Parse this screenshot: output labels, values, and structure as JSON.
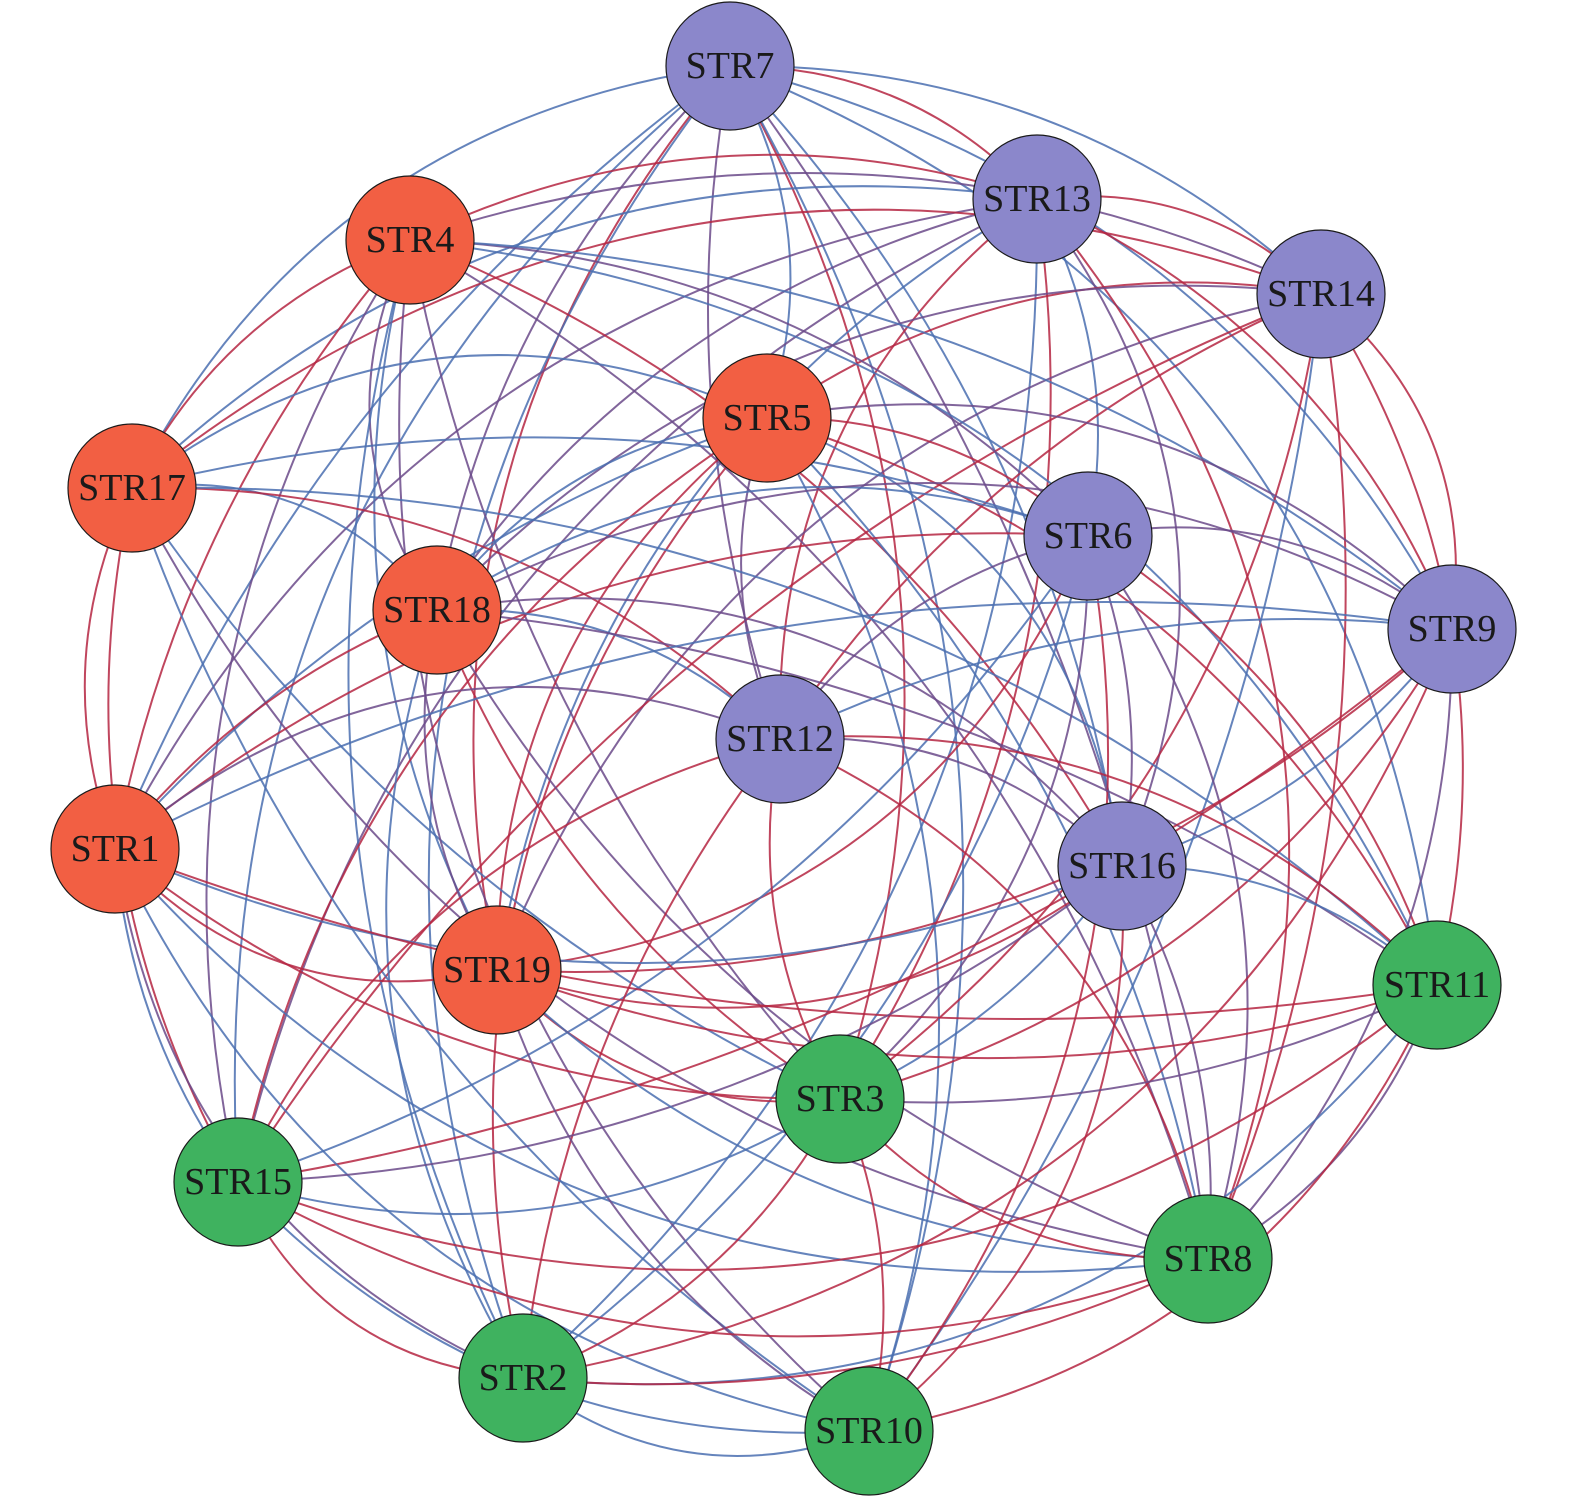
{
  "diagram": {
    "type": "network",
    "groups": [
      {
        "id": "red",
        "color": "#f25f43"
      },
      {
        "id": "purple",
        "color": "#8b87cb"
      },
      {
        "id": "green",
        "color": "#3fb25f"
      }
    ],
    "edge_colors": [
      "#b52642",
      "#4a6fb0",
      "#6b4a8a"
    ],
    "nodes": [
      {
        "id": "STR7",
        "label": "STR7",
        "group": "purple"
      },
      {
        "id": "STR13",
        "label": "STR13",
        "group": "purple"
      },
      {
        "id": "STR14",
        "label": "STR14",
        "group": "purple"
      },
      {
        "id": "STR4",
        "label": "STR4",
        "group": "red"
      },
      {
        "id": "STR5",
        "label": "STR5",
        "group": "red"
      },
      {
        "id": "STR17",
        "label": "STR17",
        "group": "red"
      },
      {
        "id": "STR6",
        "label": "STR6",
        "group": "purple"
      },
      {
        "id": "STR18",
        "label": "STR18",
        "group": "red"
      },
      {
        "id": "STR9",
        "label": "STR9",
        "group": "purple"
      },
      {
        "id": "STR12",
        "label": "STR12",
        "group": "purple"
      },
      {
        "id": "STR1",
        "label": "STR1",
        "group": "red"
      },
      {
        "id": "STR16",
        "label": "STR16",
        "group": "purple"
      },
      {
        "id": "STR19",
        "label": "STR19",
        "group": "red"
      },
      {
        "id": "STR11",
        "label": "STR11",
        "group": "green"
      },
      {
        "id": "STR3",
        "label": "STR3",
        "group": "green"
      },
      {
        "id": "STR15",
        "label": "STR15",
        "group": "green"
      },
      {
        "id": "STR8",
        "label": "STR8",
        "group": "green"
      },
      {
        "id": "STR2",
        "label": "STR2",
        "group": "green"
      },
      {
        "id": "STR10",
        "label": "STR10",
        "group": "green"
      }
    ]
  }
}
